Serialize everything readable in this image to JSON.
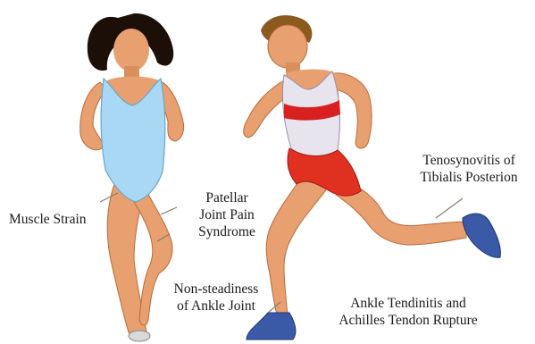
{
  "labels": {
    "muscle_strain": "Muscle Strain",
    "patellar_line1": "Patellar",
    "patellar_line2": "Joint Pain",
    "patellar_line3": "Syndrome",
    "nonsteady_line1": "Non-steadiness",
    "nonsteady_line2": "of Ankle Joint",
    "tenosyn_line1": "Tenosynovitis of",
    "tenosyn_line2": "Tibialis Posterion",
    "ankle_line1": "Ankle Tendinitis and",
    "ankle_line2": "Achilles Tendon Rupture"
  },
  "colors": {
    "skin": "#e8a070",
    "skin_shadow": "#b86a3a",
    "swimsuit": "#a9d8f5",
    "hair": "#1c0f08",
    "tank_top": "#e8e4ee",
    "tank_stripe": "#d82020",
    "shorts": "#e03020",
    "shoe": "#3a5aa8",
    "leader_line": "#8a7a6a"
  },
  "icons": {
    "woman": "woman-runner-figure",
    "man": "man-runner-figure"
  }
}
